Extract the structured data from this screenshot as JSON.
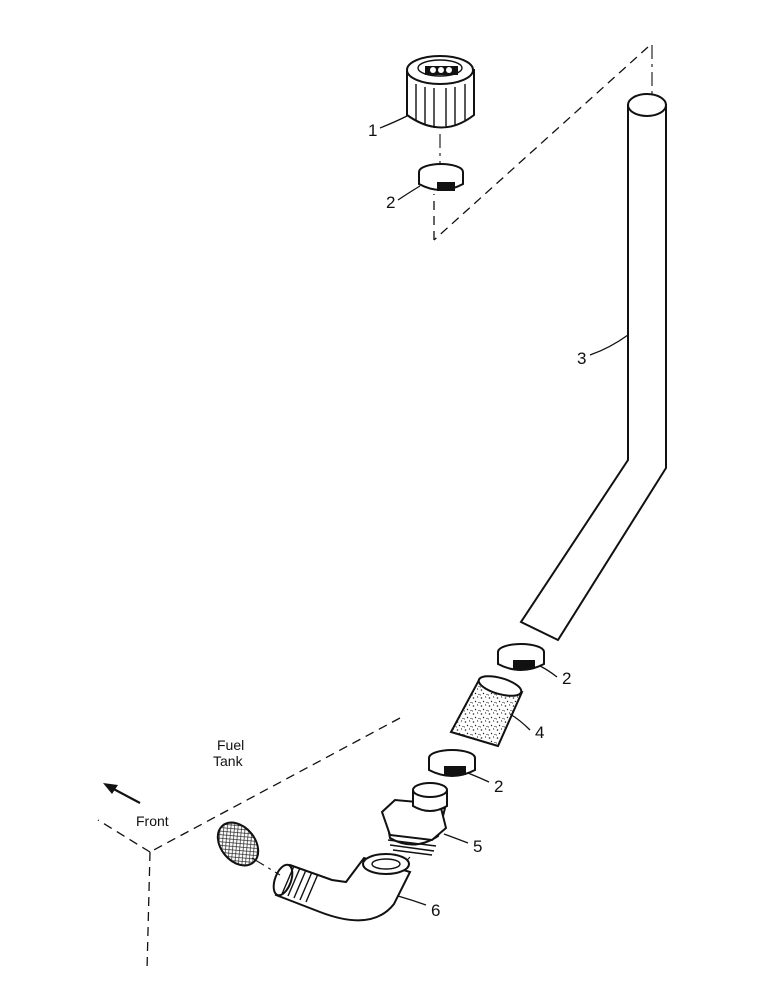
{
  "labels": {
    "fuel": "Fuel",
    "tank": "Tank",
    "front": "Front"
  },
  "callouts": {
    "part_1": "1",
    "part_2_top": "2",
    "part_3": "3",
    "part_2_upper_clamp": "2",
    "part_4": "4",
    "part_2_lower_clamp": "2",
    "part_5": "5",
    "part_6": "6"
  }
}
